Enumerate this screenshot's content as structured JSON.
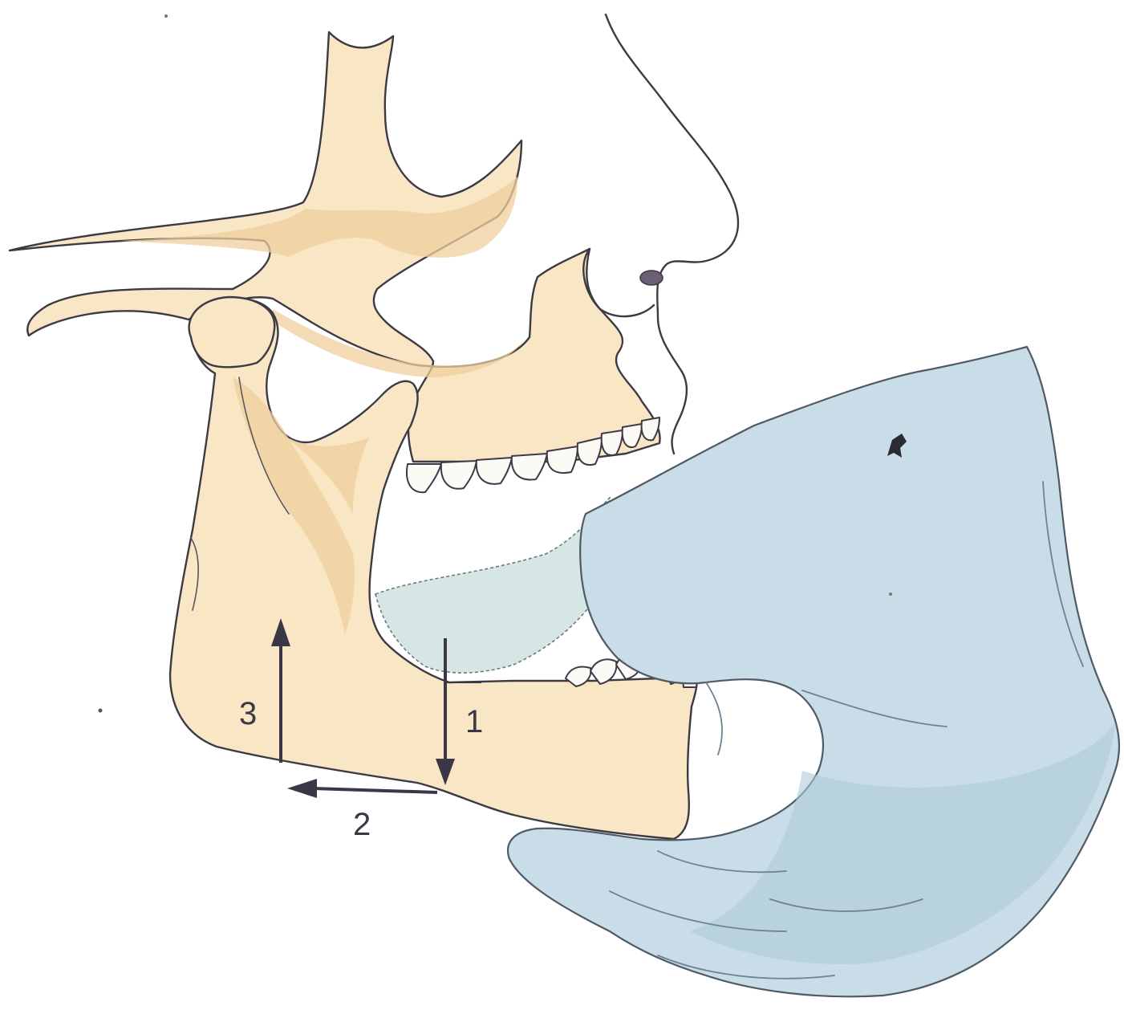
{
  "labels": {
    "arrow_1": "1",
    "arrow_2": "2",
    "arrow_3": "3"
  },
  "colors": {
    "bone": "#f8e6c4",
    "glove": "#c8dde7",
    "arrows": "#3a3846",
    "outline": "#3d3a45"
  }
}
